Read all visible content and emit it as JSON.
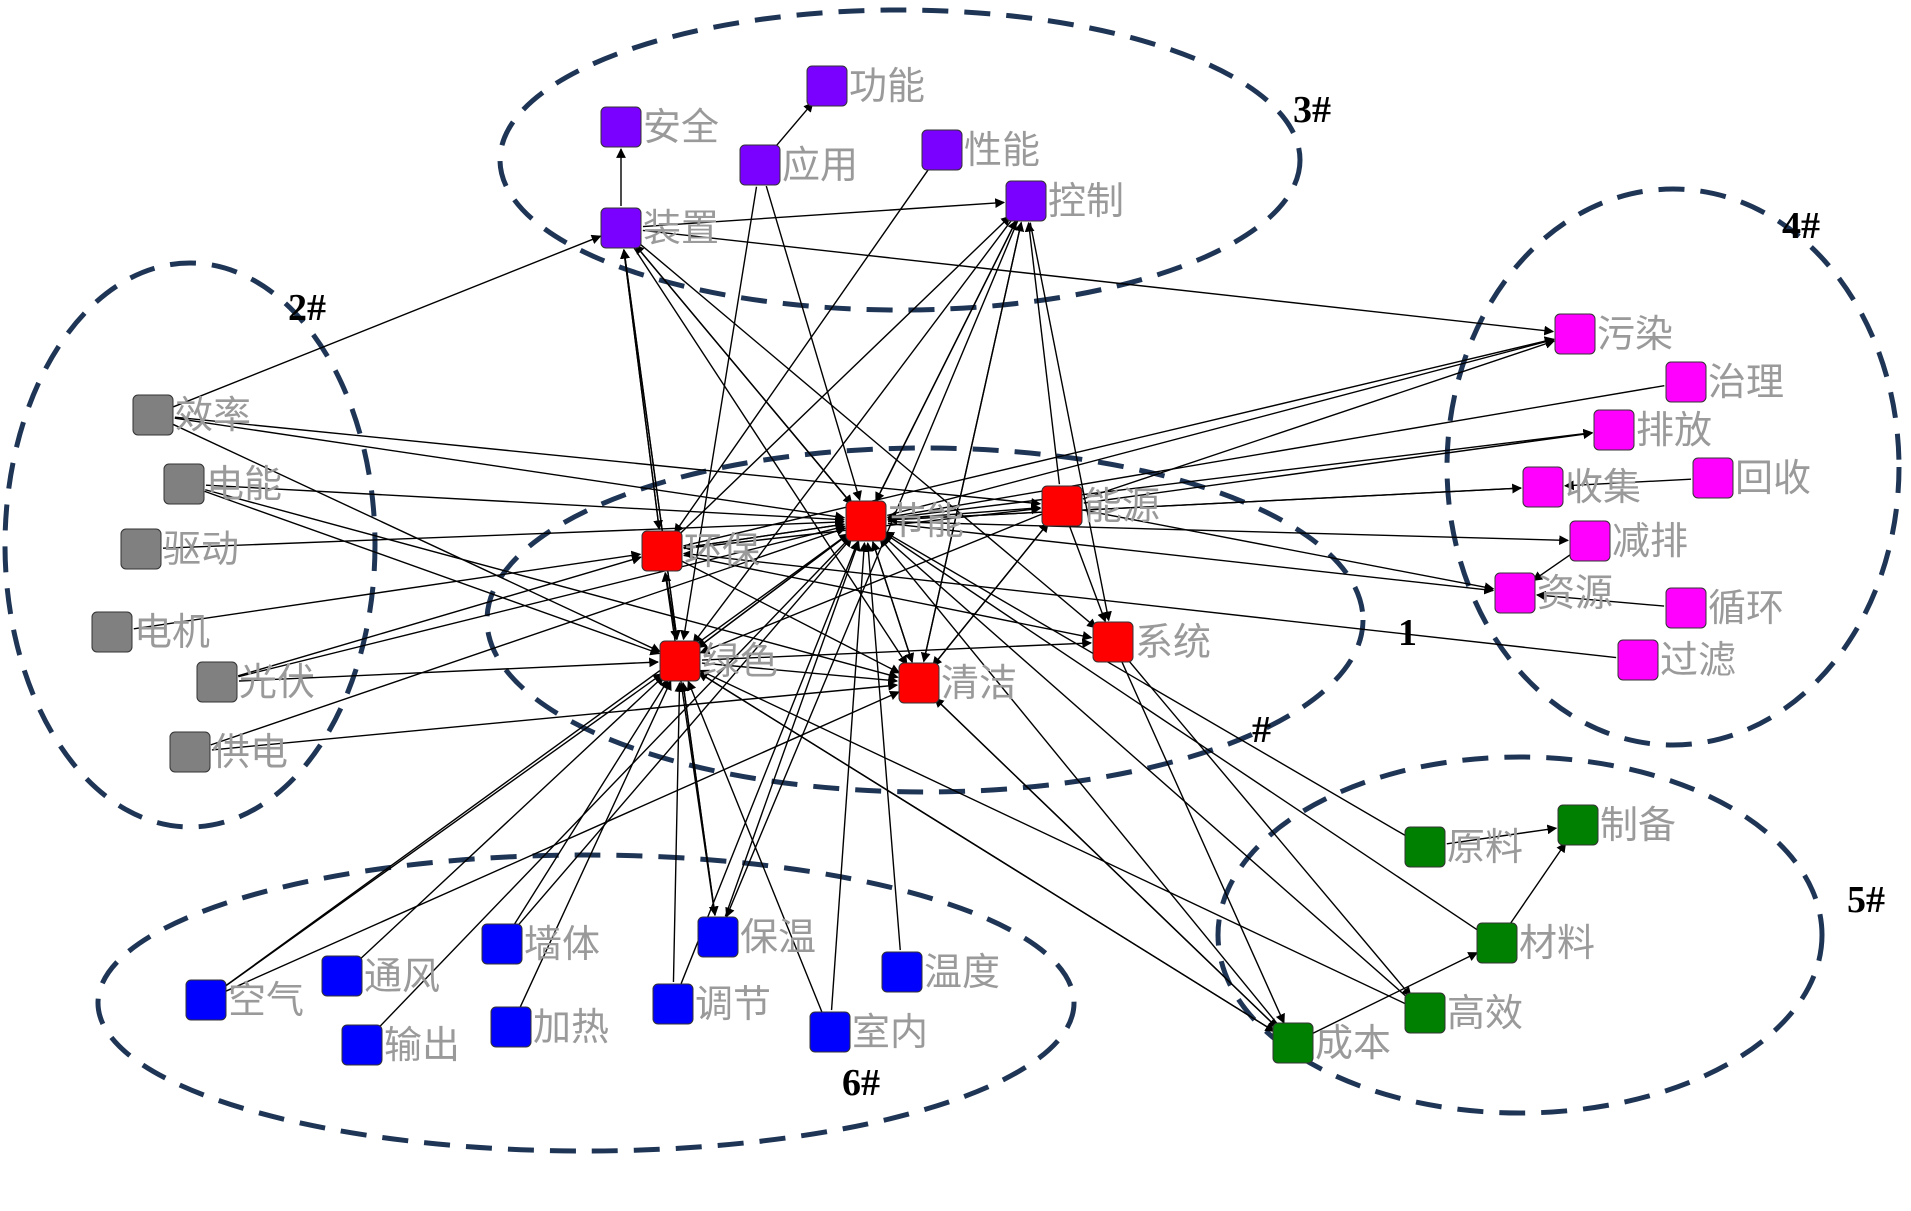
{
  "colors": {
    "core": "#ff0000",
    "power": "#808080",
    "device": "#7a00ff",
    "pollution": "#ff00ff",
    "material": "#008000",
    "building": "#0000ff",
    "edge": "#000000",
    "cluster_border": "#1f3556"
  },
  "clusters": [
    {
      "id": "c1",
      "label": "1",
      "label2": "#"
    },
    {
      "id": "c2",
      "label": "2#"
    },
    {
      "id": "c3",
      "label": "3#"
    },
    {
      "id": "c4",
      "label": "4#"
    },
    {
      "id": "c5",
      "label": "5#"
    },
    {
      "id": "c6",
      "label": "6#"
    }
  ],
  "nodes": [
    {
      "id": "jieneng",
      "label": "节能",
      "group": "core"
    },
    {
      "id": "nengyuan",
      "label": "能源",
      "group": "core"
    },
    {
      "id": "huanbao",
      "label": "环保",
      "group": "core"
    },
    {
      "id": "lvse",
      "label": "绿色",
      "group": "core"
    },
    {
      "id": "qingjie",
      "label": "清洁",
      "group": "core"
    },
    {
      "id": "xitong",
      "label": "系统",
      "group": "core"
    },
    {
      "id": "xiaolv",
      "label": "效率",
      "group": "power"
    },
    {
      "id": "dianneng",
      "label": "电能",
      "group": "power"
    },
    {
      "id": "qudong",
      "label": "驱动",
      "group": "power"
    },
    {
      "id": "dianji",
      "label": "电机",
      "group": "power"
    },
    {
      "id": "guangfu",
      "label": "光伏",
      "group": "power"
    },
    {
      "id": "gongdian",
      "label": "供电",
      "group": "power"
    },
    {
      "id": "gongneng",
      "label": "功能",
      "group": "device"
    },
    {
      "id": "anquan",
      "label": "安全",
      "group": "device"
    },
    {
      "id": "yingyong",
      "label": "应用",
      "group": "device"
    },
    {
      "id": "xingneng",
      "label": "性能",
      "group": "device"
    },
    {
      "id": "kongzhi",
      "label": "控制",
      "group": "device"
    },
    {
      "id": "zhuangzhi",
      "label": "装置",
      "group": "device"
    },
    {
      "id": "wuran",
      "label": "污染",
      "group": "pollution"
    },
    {
      "id": "zhili",
      "label": "治理",
      "group": "pollution"
    },
    {
      "id": "paifang",
      "label": "排放",
      "group": "pollution"
    },
    {
      "id": "shouji",
      "label": "收集",
      "group": "pollution"
    },
    {
      "id": "huishou",
      "label": "回收",
      "group": "pollution"
    },
    {
      "id": "jianpai",
      "label": "减排",
      "group": "pollution"
    },
    {
      "id": "ziyuan",
      "label": "资源",
      "group": "pollution"
    },
    {
      "id": "xunhuan",
      "label": "循环",
      "group": "pollution"
    },
    {
      "id": "guolv",
      "label": "过滤",
      "group": "pollution"
    },
    {
      "id": "zhibei",
      "label": "制备",
      "group": "material"
    },
    {
      "id": "yuanliao",
      "label": "原料",
      "group": "material"
    },
    {
      "id": "cailiao",
      "label": "材料",
      "group": "material"
    },
    {
      "id": "gaoxiao",
      "label": "高效",
      "group": "material"
    },
    {
      "id": "chengben",
      "label": "成本",
      "group": "material"
    },
    {
      "id": "qiangti",
      "label": "墙体",
      "group": "building"
    },
    {
      "id": "baowen",
      "label": "保温",
      "group": "building"
    },
    {
      "id": "wendu",
      "label": "温度",
      "group": "building"
    },
    {
      "id": "tongfeng",
      "label": "通风",
      "group": "building"
    },
    {
      "id": "kongqi",
      "label": "空气",
      "group": "building"
    },
    {
      "id": "shuchu",
      "label": "输出",
      "group": "building"
    },
    {
      "id": "jiare",
      "label": "加热",
      "group": "building"
    },
    {
      "id": "tiaojie",
      "label": "调节",
      "group": "building"
    },
    {
      "id": "shinei",
      "label": "室内",
      "group": "building"
    }
  ],
  "edges": [
    [
      "huanbao",
      "jieneng"
    ],
    [
      "huanbao",
      "lvse"
    ],
    [
      "huanbao",
      "qingjie"
    ],
    [
      "huanbao",
      "nengyuan"
    ],
    [
      "huanbao",
      "zhuangzhi"
    ],
    [
      "huanbao",
      "kongzhi"
    ],
    [
      "huanbao",
      "wuran"
    ],
    [
      "huanbao",
      "xitong"
    ],
    [
      "jieneng",
      "nengyuan"
    ],
    [
      "jieneng",
      "lvse"
    ],
    [
      "jieneng",
      "qingjie"
    ],
    [
      "jieneng",
      "huanbao"
    ],
    [
      "jieneng",
      "zhuangzhi"
    ],
    [
      "jieneng",
      "kongzhi"
    ],
    [
      "jieneng",
      "wuran"
    ],
    [
      "jieneng",
      "paifang"
    ],
    [
      "jieneng",
      "shouji"
    ],
    [
      "jieneng",
      "jianpai"
    ],
    [
      "jieneng",
      "ziyuan"
    ],
    [
      "nengyuan",
      "xitong"
    ],
    [
      "nengyuan",
      "qingjie"
    ],
    [
      "nengyuan",
      "lvse"
    ],
    [
      "nengyuan",
      "kongzhi"
    ],
    [
      "nengyuan",
      "wuran"
    ],
    [
      "nengyuan",
      "ziyuan"
    ],
    [
      "nengyuan",
      "paifang"
    ],
    [
      "lvse",
      "qingjie"
    ],
    [
      "lvse",
      "xitong"
    ],
    [
      "lvse",
      "jieneng"
    ],
    [
      "lvse",
      "baowen"
    ],
    [
      "lvse",
      "zhuangzhi"
    ],
    [
      "lvse",
      "chengben"
    ],
    [
      "qingjie",
      "jieneng"
    ],
    [
      "qingjie",
      "nengyuan"
    ],
    [
      "qingjie",
      "kongzhi"
    ],
    [
      "qingjie",
      "chengben"
    ],
    [
      "xitong",
      "chengben"
    ],
    [
      "xitong",
      "gaoxiao"
    ],
    [
      "zhuangzhi",
      "anquan"
    ],
    [
      "zhuangzhi",
      "kongzhi"
    ],
    [
      "zhuangzhi",
      "jieneng"
    ],
    [
      "zhuangzhi",
      "huanbao"
    ],
    [
      "zhuangzhi",
      "wuran"
    ],
    [
      "zhuangzhi",
      "xitong"
    ],
    [
      "zhuangzhi",
      "qingjie"
    ],
    [
      "zhuangzhi",
      "lvse"
    ],
    [
      "yingyong",
      "gongneng"
    ],
    [
      "yingyong",
      "jieneng"
    ],
    [
      "yingyong",
      "lvse"
    ],
    [
      "kongzhi",
      "jieneng"
    ],
    [
      "kongzhi",
      "xitong"
    ],
    [
      "kongzhi",
      "lvse"
    ],
    [
      "kongzhi",
      "qingjie"
    ],
    [
      "kongzhi",
      "baowen"
    ],
    [
      "xingneng",
      "huanbao"
    ],
    [
      "xiaolv",
      "jieneng"
    ],
    [
      "xiaolv",
      "lvse"
    ],
    [
      "xiaolv",
      "nengyuan"
    ],
    [
      "xiaolv",
      "zhuangzhi"
    ],
    [
      "dianneng",
      "jieneng"
    ],
    [
      "dianneng",
      "qingjie"
    ],
    [
      "dianneng",
      "lvse"
    ],
    [
      "qudong",
      "jieneng"
    ],
    [
      "dianji",
      "huanbao"
    ],
    [
      "guangfu",
      "lvse"
    ],
    [
      "guangfu",
      "huanbao"
    ],
    [
      "guangfu",
      "jieneng"
    ],
    [
      "gongdian",
      "qingjie"
    ],
    [
      "gongdian",
      "jieneng"
    ],
    [
      "shouji",
      "jieneng"
    ],
    [
      "zhili",
      "jieneng"
    ],
    [
      "huishou",
      "shouji"
    ],
    [
      "xunhuan",
      "ziyuan"
    ],
    [
      "guolv",
      "huanbao"
    ],
    [
      "jianpai",
      "ziyuan"
    ],
    [
      "yuanliao",
      "jieneng"
    ],
    [
      "yuanliao",
      "zhibei"
    ],
    [
      "cailiao",
      "zhibei"
    ],
    [
      "cailiao",
      "jieneng"
    ],
    [
      "gaoxiao",
      "jieneng"
    ],
    [
      "gaoxiao",
      "lvse"
    ],
    [
      "chengben",
      "qingjie"
    ],
    [
      "chengben",
      "jieneng"
    ],
    [
      "chengben",
      "lvse"
    ],
    [
      "chengben",
      "cailiao"
    ],
    [
      "kongqi",
      "lvse"
    ],
    [
      "kongqi",
      "jieneng"
    ],
    [
      "kongqi",
      "qingjie"
    ],
    [
      "tongfeng",
      "lvse"
    ],
    [
      "shuchu",
      "jieneng"
    ],
    [
      "qiangti",
      "lvse"
    ],
    [
      "qiangti",
      "jieneng"
    ],
    [
      "jiare",
      "lvse"
    ],
    [
      "tiaojie",
      "lvse"
    ],
    [
      "tiaojie",
      "jieneng"
    ],
    [
      "baowen",
      "jieneng"
    ],
    [
      "baowen",
      "lvse"
    ],
    [
      "baowen",
      "huanbao"
    ],
    [
      "shinei",
      "jieneng"
    ],
    [
      "shinei",
      "lvse"
    ],
    [
      "wendu",
      "jieneng"
    ]
  ]
}
